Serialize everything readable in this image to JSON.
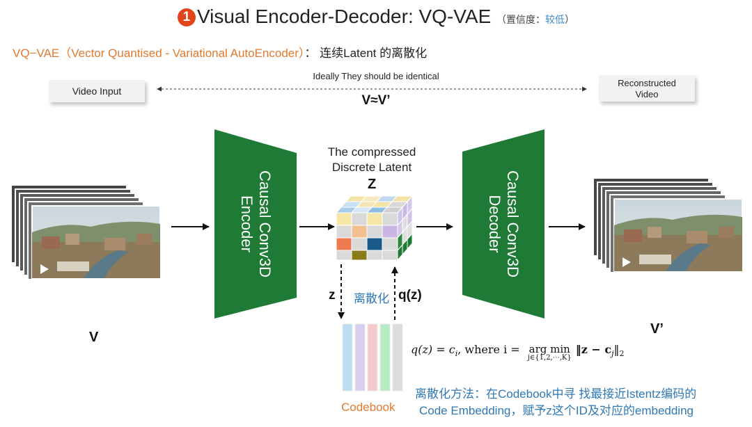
{
  "header": {
    "number": "1",
    "title": "Visual Encoder-Decoder: VQ-VAE",
    "confidence_prefix": "（置信度：",
    "confidence_value": "较低",
    "confidence_suffix": "）"
  },
  "subtitle": {
    "term": "VQ−VAE（Vector Quantised - Variational AutoEncoder）",
    "rest": "：  连续Latent 的离散化"
  },
  "top_row": {
    "video_input": "Video Input",
    "ideally_text": "Ideally They should be identical",
    "reconstructed_line1": "Reconstructed",
    "reconstructed_line2": "Video",
    "equation": "V≈V’"
  },
  "encoder": {
    "line1": "Causal Conv3D",
    "line2": "Encoder"
  },
  "decoder": {
    "line1": "Causal Conv3D",
    "line2": "Decoder"
  },
  "latent": {
    "line1": "The compressed",
    "line2": "Discrete Latent",
    "symbol": "Z"
  },
  "labels": {
    "v_in": "V",
    "v_out": "V’",
    "z_small": "z",
    "discretize": "离散化",
    "qz": "q(z)",
    "codebook": "Codebook"
  },
  "formula": {
    "lhs": "q(z) = c",
    "lhs_sub": "i",
    "where": ",  where  i =",
    "argmin": "arg min",
    "argmin_sub": "j∈{1,2,⋯,K}",
    "norm": "‖z − c",
    "norm_sub": "j",
    "norm_end": "‖",
    "norm_2": "2"
  },
  "note": {
    "line1": "离散化方法：在Codebook中寻 找最接近Istentz编码的",
    "line2": "Code Embedding，赋予z这个ID及对应的embedding"
  },
  "colors": {
    "green": "#1e7a34",
    "orange": "#e07a2e",
    "blue_note": "#2f78b4",
    "badge": "#e2441c"
  }
}
